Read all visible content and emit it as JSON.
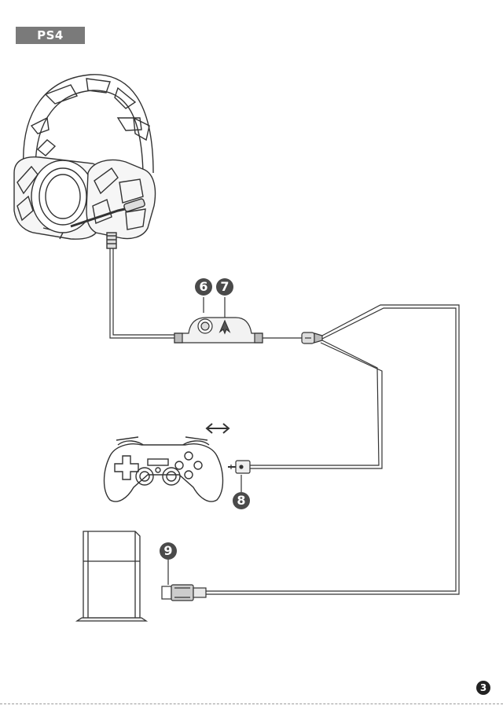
{
  "section_tag": "PS4",
  "markers": {
    "m6": "6",
    "m7": "7",
    "m8": "8",
    "m9": "9"
  },
  "page_number": "3",
  "icons": {
    "bidirectional_arrow": "left-right-arrow-icon",
    "headset": "headset-illustration",
    "controller": "gamepad-illustration",
    "console": "console-illustration"
  },
  "colors": {
    "line": "#333333",
    "tag_bg": "#7a7a7a",
    "marker_bg": "#4a4a4a"
  }
}
